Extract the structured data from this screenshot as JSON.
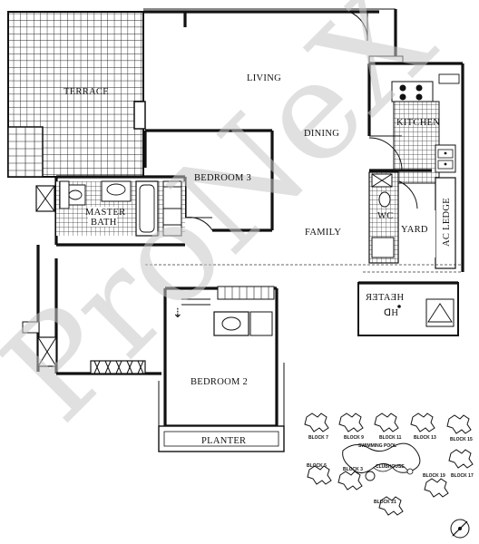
{
  "watermark": "ProNeX",
  "rooms": {
    "terrace": "TERRACE",
    "living": "LIVING",
    "dining": "DINING",
    "kitchen": "KITCHEN",
    "bedroom3": "BEDROOM 3",
    "master_bath_line1": "MASTER",
    "master_bath_line2": "BATH",
    "family": "FAMILY",
    "wc": "WC",
    "yard": "YARD",
    "ac_ledge": "AC LEDGE",
    "bedroom2": "BEDROOM 2",
    "planter": "PLANTER",
    "store_mirrored": "ЯƎTAƎH",
    "dh_mirrored": "ᗡH"
  },
  "site_plan": {
    "blocks": [
      {
        "id": "block7",
        "label": "BLOCK 7"
      },
      {
        "id": "block9",
        "label": "BLOCK 9"
      },
      {
        "id": "block11",
        "label": "BLOCK 11"
      },
      {
        "id": "block13",
        "label": "BLOCK 13"
      },
      {
        "id": "block15",
        "label": "BLOCK 15"
      },
      {
        "id": "block5",
        "label": "BLOCK 5"
      },
      {
        "id": "block3",
        "label": "BLOCK 3"
      },
      {
        "id": "block19",
        "label": "BLOCK 19"
      },
      {
        "id": "block17",
        "label": "BLOCK 17"
      },
      {
        "id": "block21",
        "label": "BLOCK 21"
      }
    ],
    "swimming_pool": "SWIMMING POOL",
    "clubhouse": "CLUBHOUSE"
  }
}
